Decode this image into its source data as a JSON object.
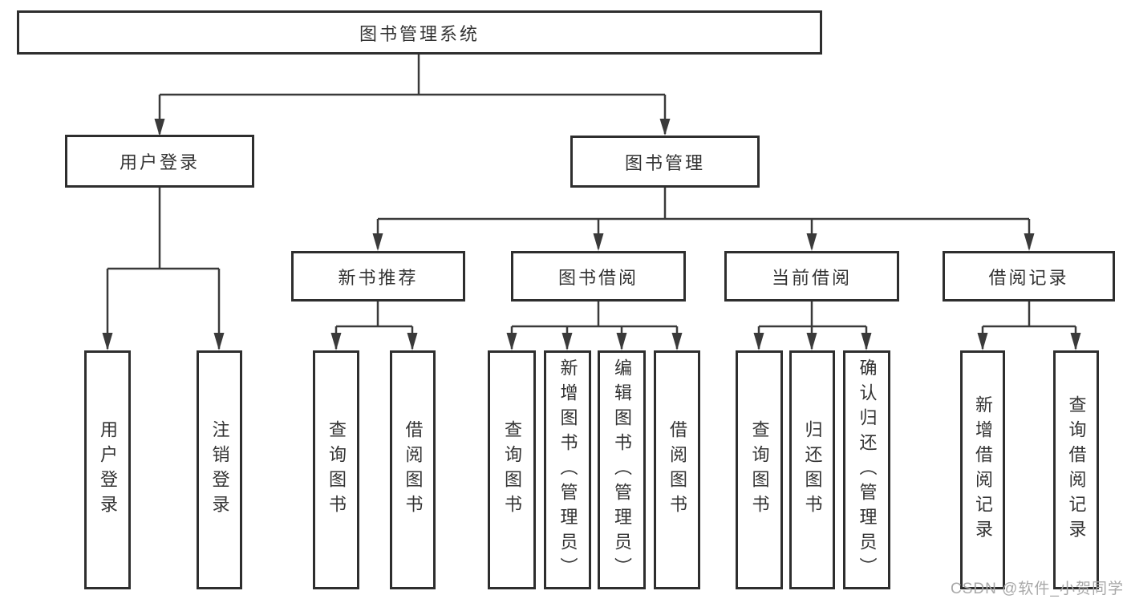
{
  "diagram": {
    "title": "图书管理系统",
    "nodes": {
      "root": {
        "label": "图书管理系统"
      },
      "level2": [
        {
          "label": "用户登录"
        },
        {
          "label": "图书管理"
        }
      ],
      "level3": [
        {
          "label": "新书推荐",
          "parent": "图书管理"
        },
        {
          "label": "图书借阅",
          "parent": "图书管理"
        },
        {
          "label": "当前借阅",
          "parent": "图书管理"
        },
        {
          "label": "借阅记录",
          "parent": "图书管理"
        }
      ],
      "leaves": [
        {
          "label": "用户登录",
          "parent": "用户登录"
        },
        {
          "label": "注销登录",
          "parent": "用户登录"
        },
        {
          "label": "查询图书",
          "parent": "新书推荐"
        },
        {
          "label": "借阅图书",
          "parent": "新书推荐"
        },
        {
          "label": "查询图书",
          "parent": "图书借阅"
        },
        {
          "label": "新增图书（管理员）",
          "parent": "图书借阅"
        },
        {
          "label": "编辑图书（管理员）",
          "parent": "图书借阅"
        },
        {
          "label": "借阅图书",
          "parent": "图书借阅"
        },
        {
          "label": "查询图书",
          "parent": "当前借阅"
        },
        {
          "label": "归还图书",
          "parent": "当前借阅"
        },
        {
          "label": "确认归还（管理员）",
          "parent": "当前借阅"
        },
        {
          "label": "新增借阅记录",
          "parent": "借阅记录"
        },
        {
          "label": "查询借阅记录",
          "parent": "借阅记录"
        }
      ]
    }
  },
  "watermark": {
    "text": "CSDN @软件_小贺同学"
  },
  "colors": {
    "background": "#ffffff",
    "box_border": "#2e2e2e",
    "line": "#3a3a3a",
    "text": "#333333",
    "watermark_text": "#a8a8a8"
  }
}
